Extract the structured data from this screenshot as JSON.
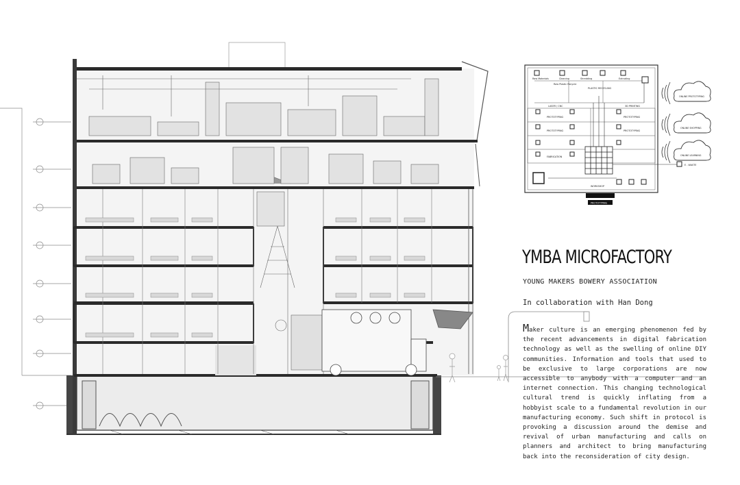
{
  "project": {
    "title": "YMBA MICROFACTORY",
    "subtitle": "YOUNG MAKERS BOWERY ASSOCIATION",
    "collaboration": "In collaboration with Han Dong",
    "description_first_letter": "M",
    "description_rest": "aker culture is an emerging phenomenon fed by the recent advancements in digital fabrication technology as well as the swelling of online DIY communities. Information and tools that used to be exclusive to large corporations are now accessible to anybody with a computer and an internet connection. This changing technological cultural trend is quickly inflating from a hobbyist scale to a fundamental revolution in our manufacturing economy. Such shift in protocol is provoking a discussion around the demise and revival of urban manufacturing and calls on planners and architect to bring manufacturing back into the reconsideration of city design."
  },
  "diagram": {
    "colors": {
      "line": "#3a3a3a",
      "light": "#9a9a9a",
      "slab": "#2a2a2a",
      "fill": "#ededed"
    },
    "flow_labels": {
      "raw_materials": "Raw Materials",
      "cleaning": "Cleaning",
      "shredding": "Shredding",
      "extruding": "Extruding",
      "raw_plastic": "Raw Plastic Recycle",
      "plastic_recycling": "PLASTIC RECYCLING",
      "laser_cnc": "LASER / CNC",
      "prototyping_1": "PROTOTYPING",
      "prototyping_2": "PROTOTYPING",
      "prototyping_3": "PROTOTYPING",
      "prototyping_4": "PROTOTYPING",
      "three_d_printing": "3D PRINTING",
      "fabrication": "FABRICATION",
      "e_waste": "E - WASTE",
      "workshop": "WORKSHOP",
      "prototyping_box": "PROTOTYPING"
    },
    "cloud_labels": [
      "ONLINE PROTOTYPING",
      "ONLINE SHOPPING",
      "ONLINE LEARNING"
    ]
  }
}
